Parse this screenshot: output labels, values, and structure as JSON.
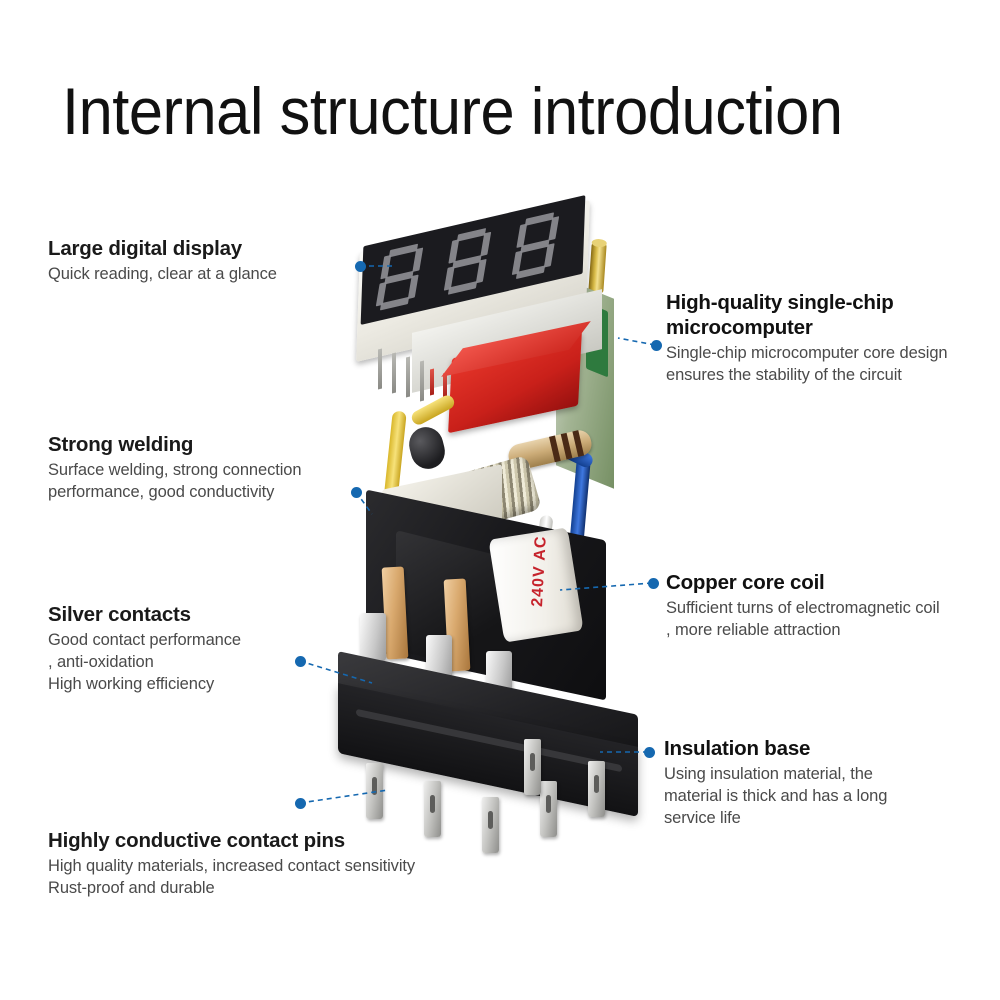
{
  "page": {
    "title": "Internal structure introduction",
    "background_color": "#ffffff",
    "accent_color": "#1568b0"
  },
  "callouts": {
    "left": [
      {
        "id": "large-digital-display",
        "title": "Large digital display",
        "description": "Quick reading, clear at a glance"
      },
      {
        "id": "strong-welding",
        "title": "Strong welding",
        "description": "Surface welding, strong connection\nperformance, good conductivity"
      },
      {
        "id": "silver-contacts",
        "title": "Silver contacts",
        "description": "Good contact performance\n, anti-oxidation\nHigh working efficiency"
      },
      {
        "id": "contact-pins",
        "title": "Highly conductive contact pins",
        "description": "High quality materials, increased contact sensitivity\nRust-proof and durable"
      }
    ],
    "right": [
      {
        "id": "microcomputer",
        "title": "High-quality single-chip\nmicrocomputer",
        "description": "Single-chip microcomputer core design\nensures the stability of the circuit"
      },
      {
        "id": "copper-core-coil",
        "title": "Copper core coil",
        "description": "Sufficient turns of electromagnetic coil\n, more reliable attraction"
      },
      {
        "id": "insulation-base",
        "title": "Insulation base",
        "description": "Using insulation material, the\nmaterial is thick and has a long\nservice life"
      }
    ]
  },
  "product": {
    "name": "relay-exploded-view",
    "display": {
      "type": "7-segment-led",
      "digit_count": 3
    },
    "coil_label_text": "240V AC"
  }
}
